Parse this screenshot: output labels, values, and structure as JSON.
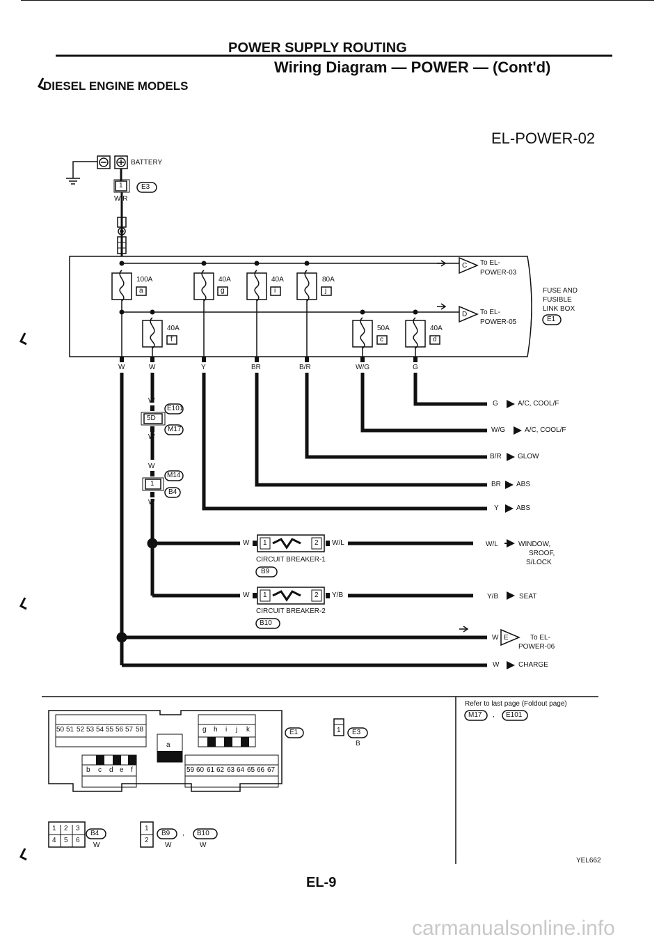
{
  "header": {
    "section": "POWER SUPPLY ROUTING",
    "subtitle": "Wiring Diagram — POWER — (Cont'd)",
    "models": "DIESEL ENGINE MODELS",
    "diagram_code": "EL-POWER-02"
  },
  "battery": {
    "label": "BATTERY",
    "terminal": "1",
    "connector": "E3",
    "wire": "W/R"
  },
  "fuse_box": {
    "label_lines": [
      "FUSE AND",
      "FUSIBLE",
      "LINK BOX"
    ],
    "connector": "E1",
    "links": [
      {
        "rating": "100A",
        "code": "a"
      },
      {
        "rating": "40A",
        "code": "g"
      },
      {
        "rating": "40A",
        "code": "i"
      },
      {
        "rating": "80A",
        "code": "j"
      },
      {
        "rating": "40A",
        "code": "f"
      },
      {
        "rating": "50A",
        "code": "c"
      },
      {
        "rating": "40A",
        "code": "d"
      }
    ],
    "refs": [
      {
        "code": "C",
        "lines": [
          "To EL-",
          "POWER-03"
        ]
      },
      {
        "code": "D",
        "lines": [
          "To EL-",
          "POWER-05"
        ]
      }
    ]
  },
  "wire_colors": [
    "W",
    "W",
    "Y",
    "BR",
    "B/R",
    "W/G",
    "G"
  ],
  "connectors": {
    "c1": {
      "wire_top": "W",
      "terminal": "5D",
      "top": "E101",
      "bottom": "M17",
      "wire_bottom": "W"
    },
    "c2": {
      "wire_top": "W",
      "terminal": "1",
      "top": "M14",
      "bottom": "B4",
      "wire_bottom": "W"
    }
  },
  "outputs": [
    {
      "wire": "G",
      "dest": "A/C, COOL/F"
    },
    {
      "wire": "W/G",
      "dest": "A/C, COOL/F"
    },
    {
      "wire": "B/R",
      "dest": "GLOW"
    },
    {
      "wire": "BR",
      "dest": "ABS"
    },
    {
      "wire": "Y",
      "dest": "ABS"
    }
  ],
  "breakers": [
    {
      "wire_in": "W",
      "t1": "1",
      "t2": "2",
      "wire_out": "W/L",
      "name": "CIRCUIT BREAKER-1",
      "connector": "B9",
      "wire_dest": "W/L",
      "dest_lines": [
        "WINDOW,",
        "SROOF,",
        "S/LOCK"
      ]
    },
    {
      "wire_in": "W",
      "t1": "1",
      "t2": "2",
      "wire_out": "Y/B",
      "name": "CIRCUIT BREAKER-2",
      "connector": "B10",
      "wire_dest": "Y/B",
      "dest_lines": [
        "SEAT"
      ]
    }
  ],
  "ref_e": {
    "wire": "W",
    "code": "E",
    "lines": [
      "To EL-",
      "POWER-06"
    ]
  },
  "charge": {
    "wire": "W",
    "dest": "CHARGE"
  },
  "legend": {
    "refer_text": "Refer to last page (Foldout page)",
    "refer_connectors": [
      "M17",
      ",",
      "E101"
    ],
    "fusebox_connector": "E1",
    "top_row": [
      "50",
      "51",
      "52",
      "53",
      "54",
      "55",
      "56",
      "57",
      "58"
    ],
    "upper_letters": [
      "g",
      "h",
      "i",
      "j",
      "k"
    ],
    "mid_letter": "a",
    "lower_letters": [
      "b",
      "c",
      "d",
      "e",
      "f"
    ],
    "bottom_row": [
      "59",
      "60",
      "61",
      "62",
      "63",
      "64",
      "65",
      "66",
      "67"
    ],
    "e3": {
      "terminal": "1",
      "connector": "E3",
      "color": "B"
    },
    "b4": {
      "cells": [
        "1",
        "2",
        "3",
        "4",
        "5",
        "6"
      ],
      "connector": "B4",
      "color": "W"
    },
    "b9b10": {
      "cells": [
        "1",
        "2"
      ],
      "c1": "B9",
      "sep": ",",
      "c2": "B10",
      "color1": "W",
      "color2": "W"
    }
  },
  "footer": {
    "page": "EL-9",
    "code": "YEL662"
  },
  "watermark": "carmanualsonline.info"
}
